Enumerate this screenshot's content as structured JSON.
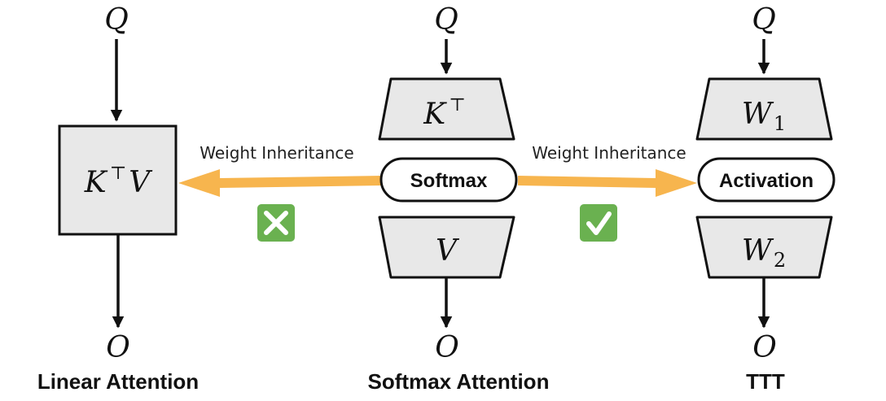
{
  "colors": {
    "box_fill": "#e8e8e8",
    "stroke": "#111111",
    "arrow_orange": "#f7b54e",
    "check_green": "#6ab150",
    "cross_green": "#6ab150"
  },
  "linear_attention": {
    "input": "Q",
    "state_main": "K",
    "state_sup": "⊤",
    "state_tail": "V",
    "output": "O",
    "caption": "Linear Attention"
  },
  "softmax_attention": {
    "input": "Q",
    "top_main": "K",
    "top_sup": "⊤",
    "pill": "Softmax",
    "bottom": "V",
    "output": "O",
    "caption": "Softmax Attention"
  },
  "ttt": {
    "input": "Q",
    "top_main": "W",
    "top_sub": "1",
    "pill": "Activation",
    "bottom_main": "W",
    "bottom_sub": "2",
    "output": "O",
    "caption": "TTT"
  },
  "edges": {
    "left_label": "Weight Inheritance",
    "right_label": "Weight Inheritance",
    "left_mark_icon": "cross-icon",
    "right_mark_icon": "check-icon"
  }
}
